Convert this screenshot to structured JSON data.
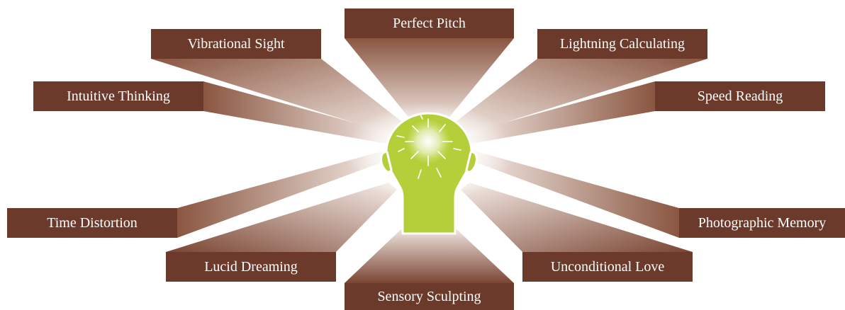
{
  "diagram": {
    "abilities": [
      "Perfect Pitch",
      "Vibrational Sight",
      "Lightning Calculating",
      "Intuitive Thinking",
      "Speed Reading",
      "Time Distortion",
      "Photographic Memory",
      "Lucid Dreaming",
      "Unconditional Love",
      "Sensory Sculpting"
    ]
  },
  "colors": {
    "label_fill": "#6b3a2a",
    "beam_dark": "#7a4a36",
    "beam_light": "#f4e9e3",
    "head_fill": "#b5cf3a",
    "head_stroke": "#ffffff"
  },
  "icons": {
    "center": "head-icon",
    "burst": "sparkle-burst-icon"
  }
}
